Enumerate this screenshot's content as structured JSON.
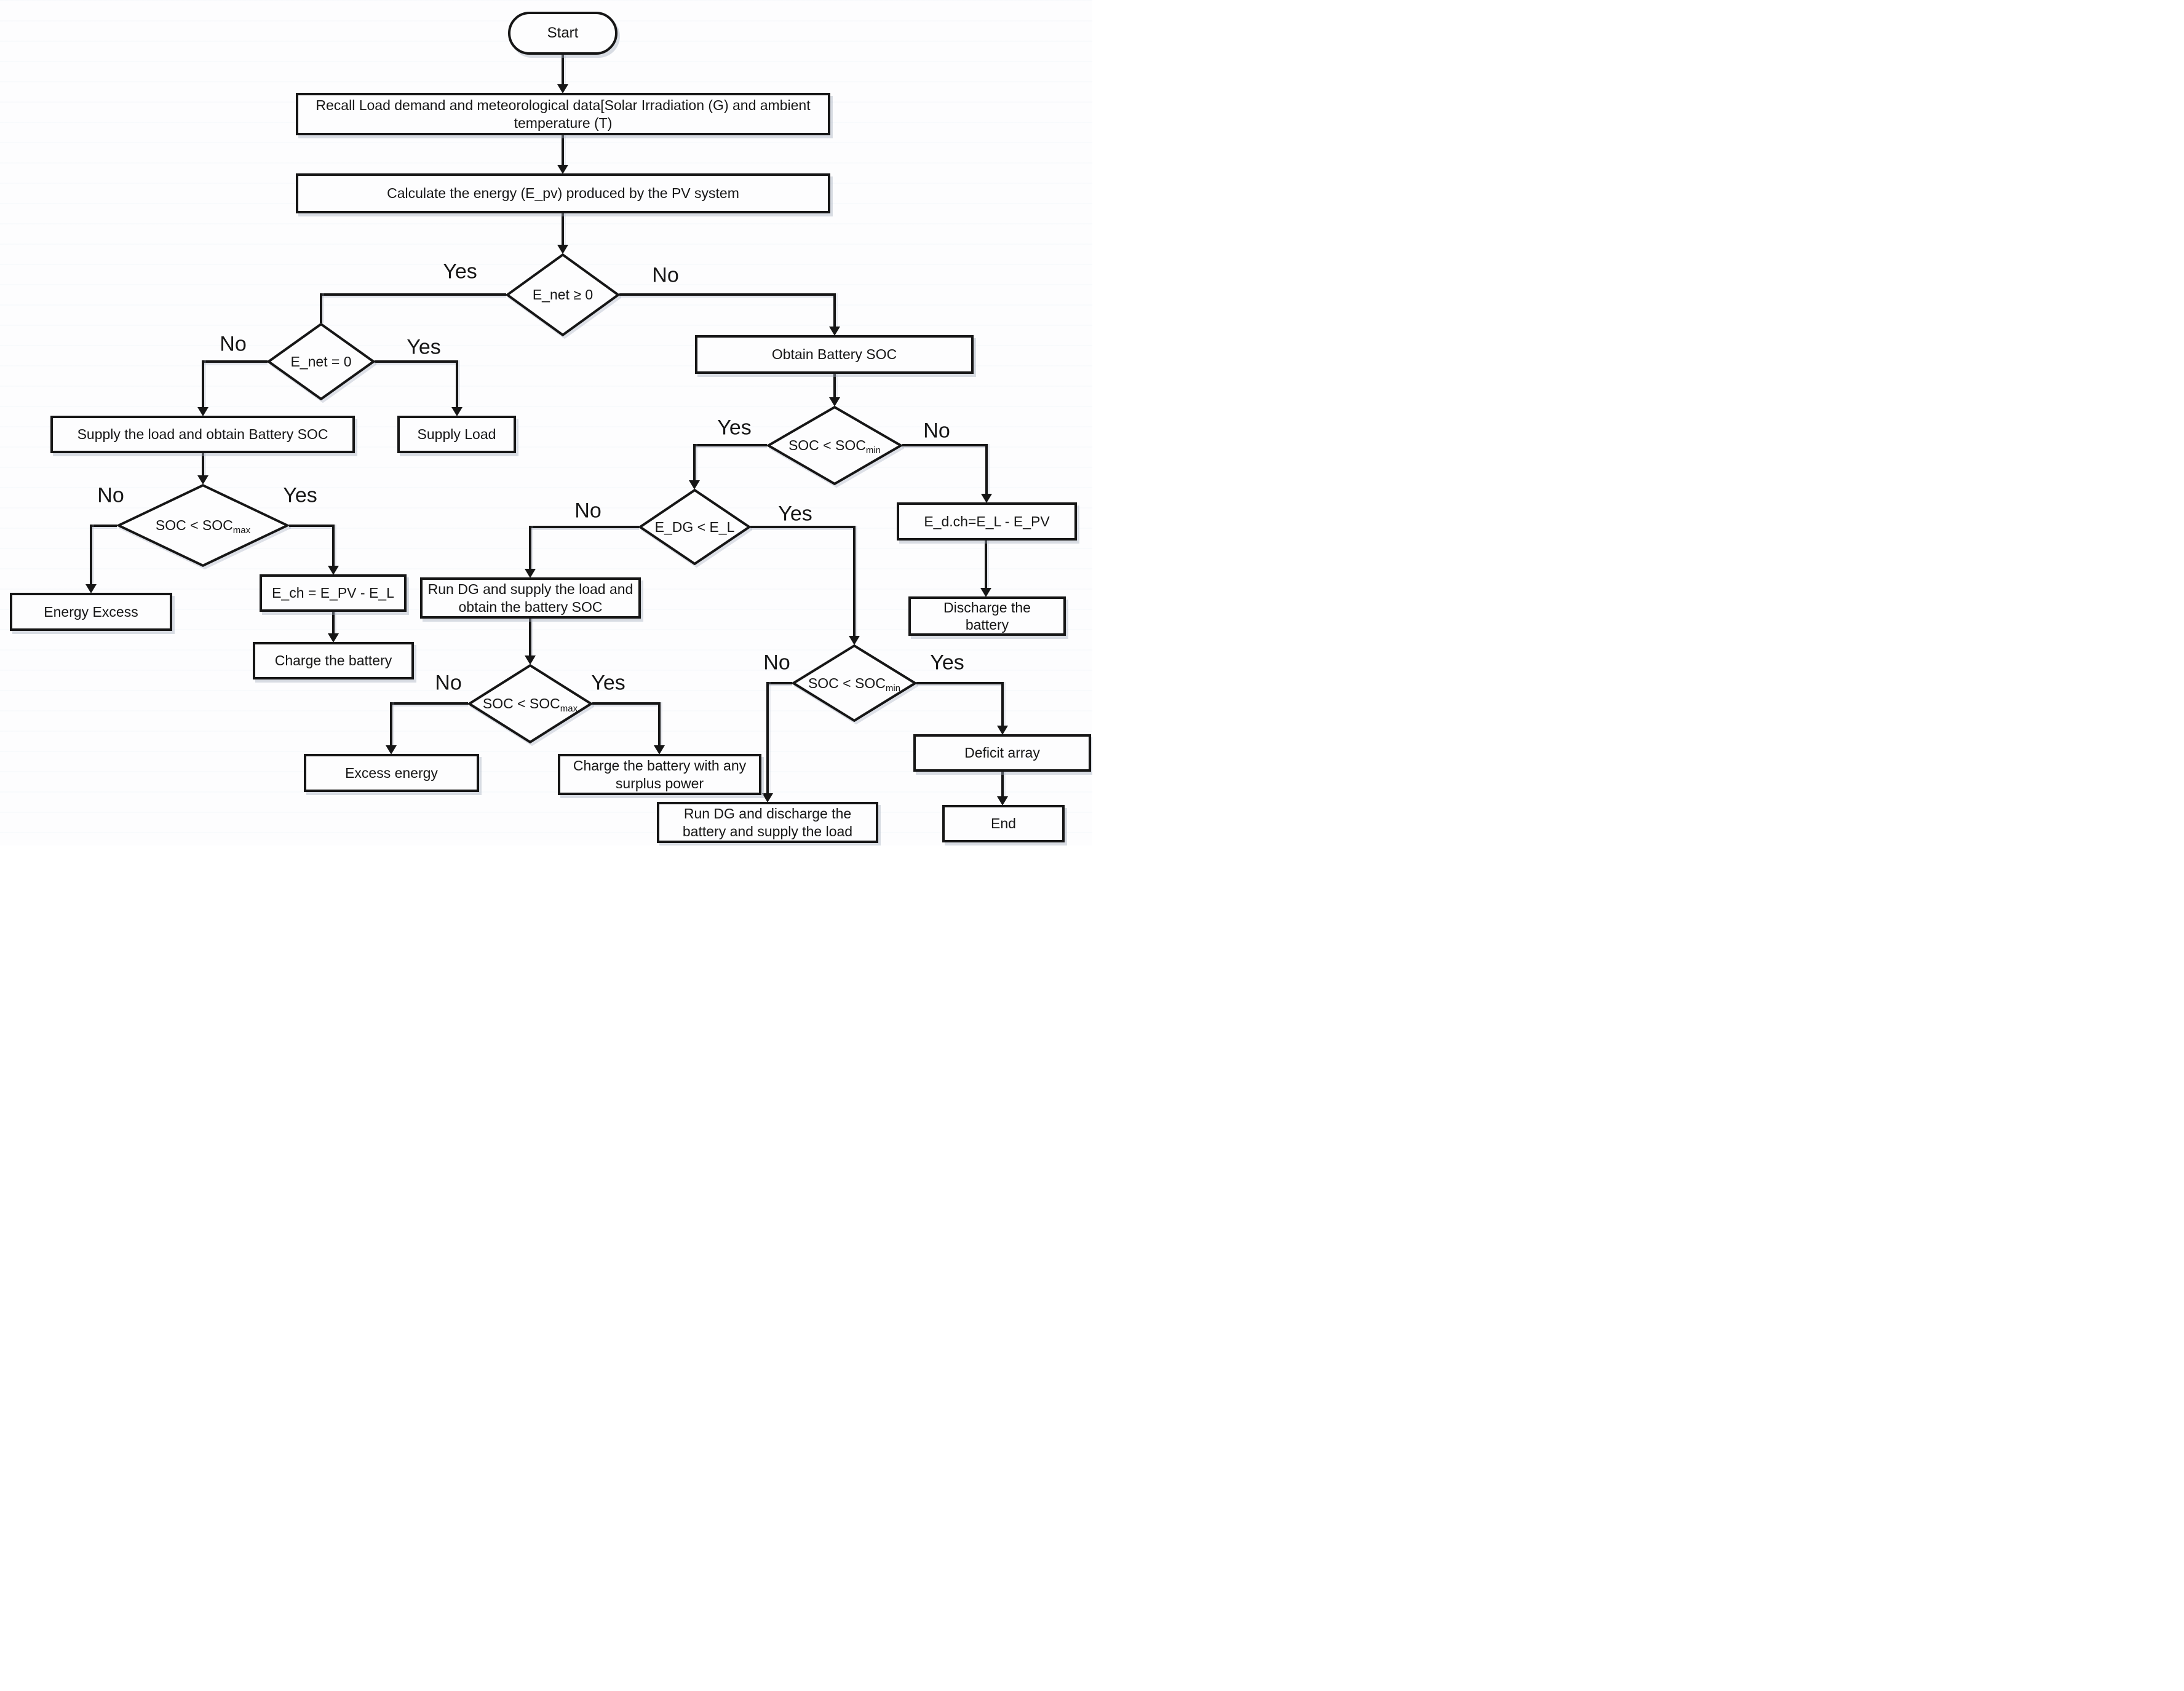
{
  "flowchart": {
    "nodes": {
      "start": "Start",
      "recall": "Recall Load demand and meteorological data[Solar Irradiation (G) and ambient temperature (T)",
      "calculate": "Calculate the energy (E_pv) produced by the PV system",
      "decision_enet_ge0": "E_net ≥ 0",
      "decision_enet_eq0": "E_net = 0",
      "supply_load_obtain_soc": "Supply the load and obtain Battery SOC",
      "supply_load": "Supply Load",
      "decision_soc_lt_socmax_1": {
        "base": "SOC < SOC",
        "sub": "max"
      },
      "energy_excess": "Energy Excess",
      "e_ch": "E_ch = E_PV - E_L",
      "charge_battery": "Charge the battery",
      "obtain_battery_soc": "Obtain Battery SOC",
      "decision_soc_lt_socmin_1": {
        "base": "SOC < SOC",
        "sub": "min"
      },
      "decision_edg_lt_el": "E_DG < E_L",
      "run_dg_supply": "Run DG and supply the load and obtain the battery SOC",
      "decision_soc_lt_socmax_2": {
        "base": "SOC < SOC",
        "sub": "max"
      },
      "excess_energy": "Excess energy",
      "charge_surplus": "Charge the battery with any surplus power",
      "run_dg_discharge": "Run DG and discharge the battery and supply the load",
      "decision_soc_lt_socmin_2": {
        "base": "SOC < SOC",
        "sub": "min"
      },
      "e_dch": "E_d.ch=E_L - E_PV",
      "discharge_battery": "Discharge the battery",
      "deficit_array": "Deficit array",
      "end": "End"
    },
    "branch_labels": {
      "enet_ge0_yes": "Yes",
      "enet_ge0_no": "No",
      "enet_eq0_no": "No",
      "enet_eq0_yes": "Yes",
      "socmax1_no": "No",
      "socmax1_yes": "Yes",
      "socmin1_yes": "Yes",
      "socmin1_no": "No",
      "edg_no": "No",
      "edg_yes": "Yes",
      "socmax2_no": "No",
      "socmax2_yes": "Yes",
      "socmin2_no": "No",
      "socmin2_yes": "Yes"
    },
    "stroke_color": "#161616",
    "fill_color": "#fdfdfe"
  }
}
